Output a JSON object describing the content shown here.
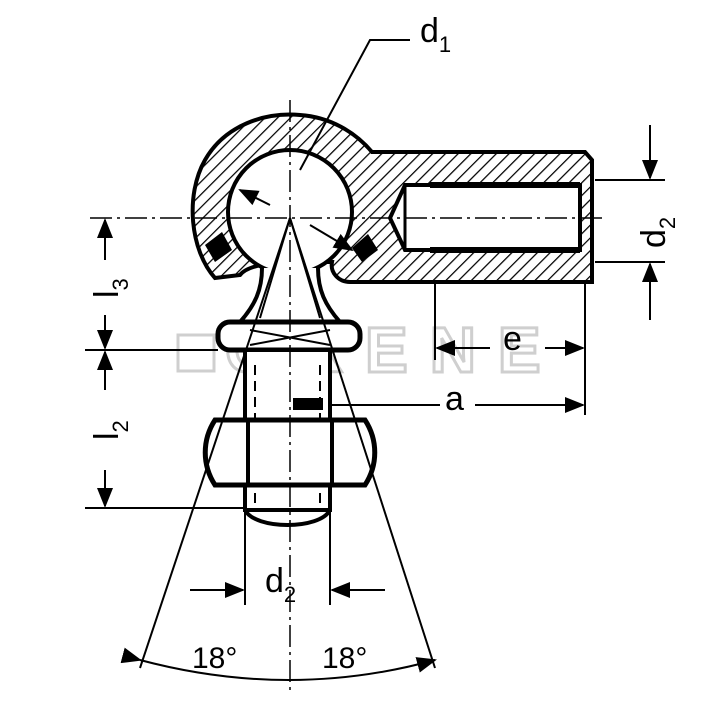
{
  "drawing": {
    "labels": {
      "d1": {
        "main": "d",
        "sub": "1"
      },
      "d2_right": {
        "main": "d",
        "sub": "2"
      },
      "d2_bottom": {
        "main": "d",
        "sub": "2"
      },
      "l3": {
        "main": "l",
        "sub": "3"
      },
      "l2": {
        "main": "l",
        "sub": "2"
      },
      "e": "e",
      "a": "a",
      "angle_left": "18°",
      "angle_right": "18°"
    },
    "watermark": "GRENE"
  }
}
